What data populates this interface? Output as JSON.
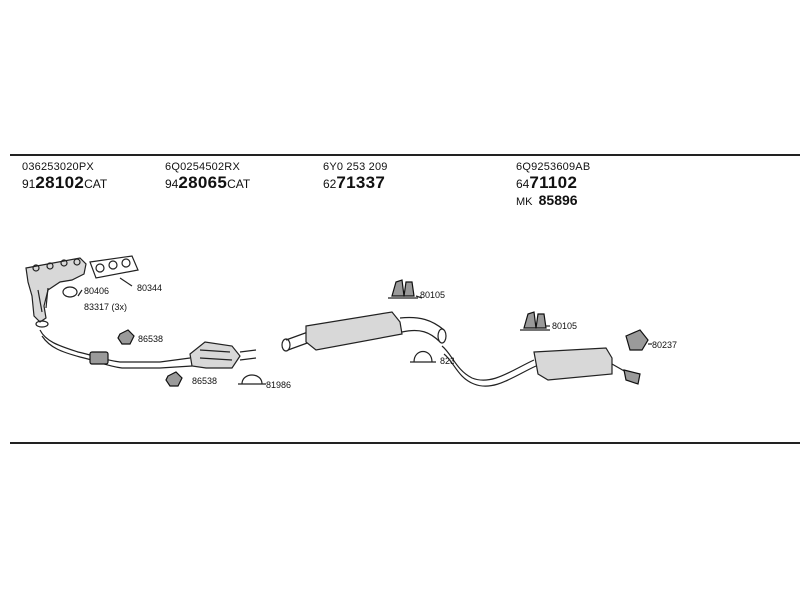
{
  "columns": [
    {
      "oe": "036253020PX",
      "prefix": "91",
      "main": "28102",
      "suffix": "CAT"
    },
    {
      "oe": "6Q0254502RX",
      "prefix": "94",
      "main": "28065",
      "suffix": "CAT"
    },
    {
      "oe": "6Y0 253 209",
      "prefix": "62",
      "main": "71337",
      "suffix": ""
    },
    {
      "oe": "6Q9253609AB",
      "prefix": "64",
      "main": "71102",
      "suffix": "",
      "extra_prefix": "MK",
      "extra_main": "85896"
    }
  ],
  "part_labels": {
    "l80344": "80344",
    "l80406": "80406",
    "l83317": "83317 (3x)",
    "l86538a": "86538",
    "l86538b": "86538",
    "l81986": "81986",
    "l80105a": "80105",
    "l80105b": "80105",
    "l82306": "82306",
    "l80237": "80237"
  }
}
